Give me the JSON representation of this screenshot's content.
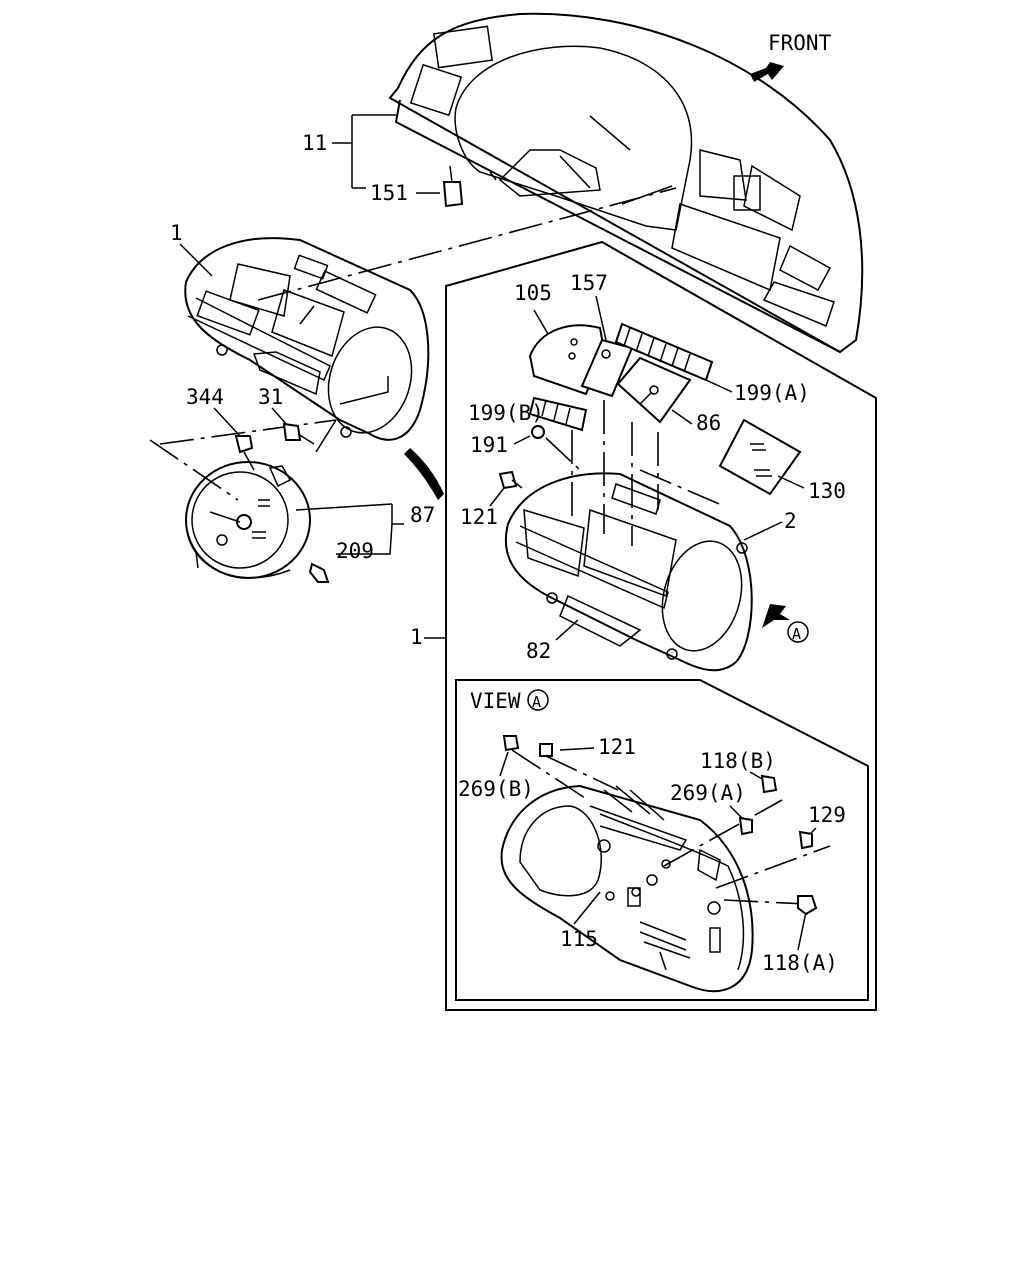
{
  "direction_label": "FRONT",
  "view": {
    "prefix": "VIEW",
    "marker": "A"
  },
  "callouts": {
    "n11": "11",
    "n151": "151",
    "n1_top": "1",
    "n344": "344",
    "n31": "31",
    "n87": "87",
    "n209": "209",
    "n1_side": "1",
    "n105": "105",
    "n157": "157",
    "n199a": "199(A)",
    "n199b": "199(B)",
    "n191": "191",
    "n86": "86",
    "n130": "130",
    "n121": "121",
    "n2": "2",
    "n82": "82",
    "n121_view": "121",
    "n118b": "118(B)",
    "n269b": "269(B)",
    "n269a": "269(A)",
    "n129": "129",
    "n115": "115",
    "n118a": "118(A)"
  }
}
